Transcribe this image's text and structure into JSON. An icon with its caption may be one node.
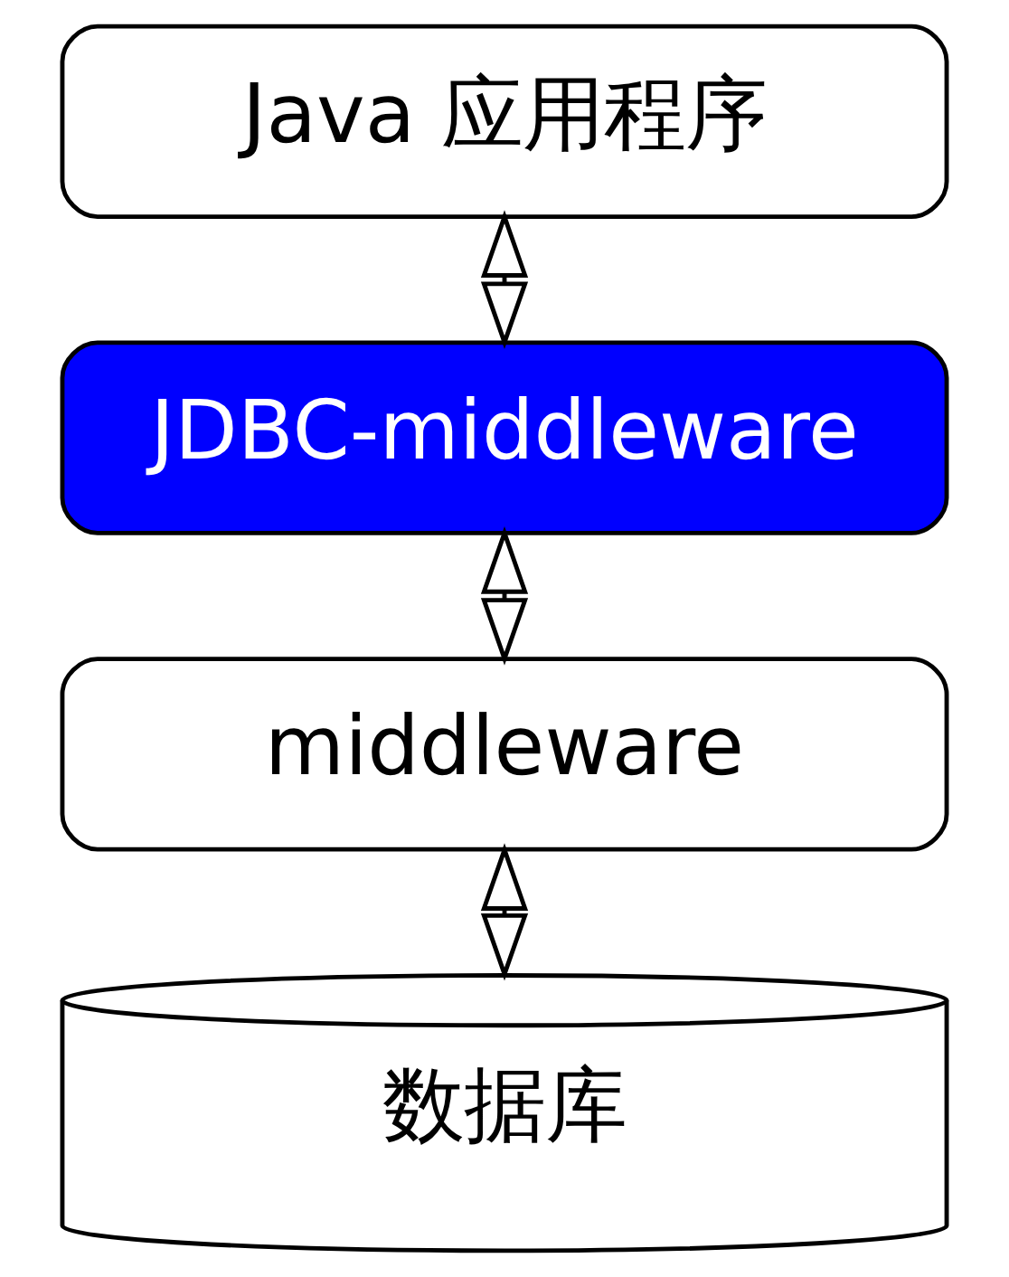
{
  "diagram": {
    "nodes": [
      {
        "text": [
          "Java 应用程序"
        ]
      },
      {
        "text": [
          "JDBC-middleware"
        ]
      },
      {
        "text": [
          "middleware"
        ]
      },
      {
        "text": [
          "数据库"
        ]
      }
    ],
    "edges": [
      {
        "from": 0,
        "to": 1,
        "arrow": "both"
      },
      {
        "from": 1,
        "to": 2,
        "arrow": "both"
      },
      {
        "from": 2,
        "to": 3,
        "arrow": "both"
      }
    ]
  }
}
